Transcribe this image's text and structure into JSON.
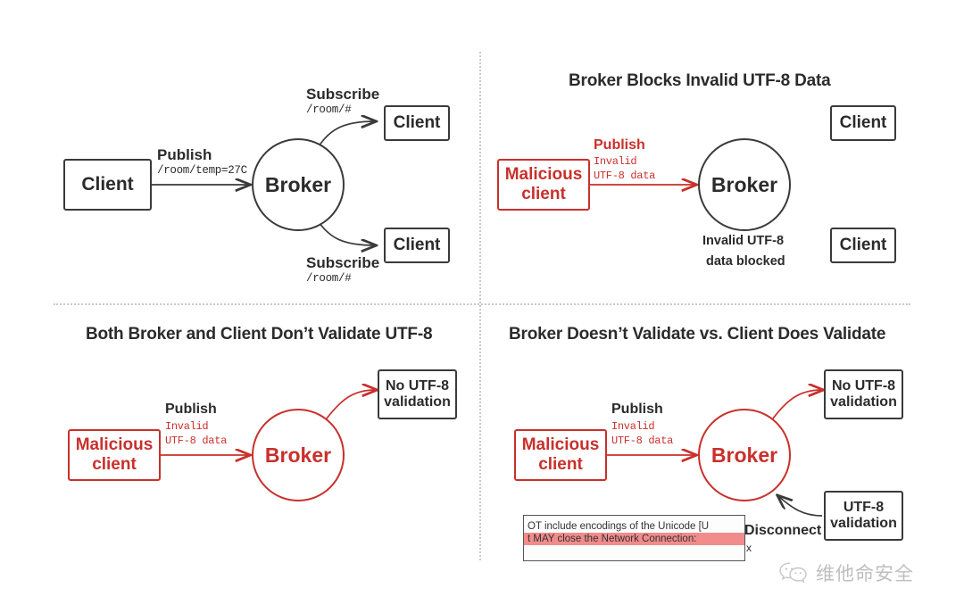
{
  "panels": {
    "top_left": {
      "title": "",
      "publisher_label": "Client",
      "broker_label": "Broker",
      "publish_title": "Publish",
      "publish_topic": "/room/temp=27C",
      "subscriber_top_label": "Client",
      "subscriber_bottom_label": "Client",
      "subscribe_top_title": "Subscribe",
      "subscribe_top_topic": "/room/#",
      "subscribe_bottom_title": "Subscribe",
      "subscribe_bottom_topic": "/room/#"
    },
    "top_right": {
      "title": "Broker Blocks Invalid UTF-8 Data",
      "attacker_label": "Malicious\nclient",
      "attacker_line1": "Malicious",
      "attacker_line2": "client",
      "publish_title": "Publish",
      "publish_detail_line1": "Invalid",
      "publish_detail_line2": "UTF-8 data",
      "broker_label": "Broker",
      "blocked_line1": "Invalid UTF-8",
      "blocked_line2": "data blocked",
      "client_top_label": "Client",
      "client_bottom_label": "Client"
    },
    "bottom_left": {
      "title": "Both Broker and Client Don’t Validate UTF-8",
      "attacker_line1": "Malicious",
      "attacker_line2": "client",
      "publish_title": "Publish",
      "publish_detail_line1": "Invalid",
      "publish_detail_line2": "UTF-8 data",
      "broker_label": "Broker",
      "result_line1": "No UTF-8",
      "result_line2": "validation"
    },
    "bottom_right": {
      "title": "Broker Doesn’t Validate vs. Client Does Validate",
      "attacker_line1": "Malicious",
      "attacker_line2": "client",
      "publish_title": "Publish",
      "publish_detail_line1": "Invalid",
      "publish_detail_line2": "UTF-8 data",
      "broker_label": "Broker",
      "result_top_line1": "No UTF-8",
      "result_top_line2": "validation",
      "result_bottom_line1": "UTF-8",
      "result_bottom_line2": "validation",
      "disconnect_label": "Disconnect",
      "disconnect_sub": "x",
      "quote_line1": "OT include encodings of the Unicode [U",
      "quote_line2": "t MAY close the Network Connection:"
    }
  },
  "watermark": {
    "text": "维他命安全"
  },
  "colors": {
    "red": "#c9302c",
    "dark": "#2b2b2b",
    "highlight": "#f28b8b",
    "divider": "#c9c9c9"
  }
}
